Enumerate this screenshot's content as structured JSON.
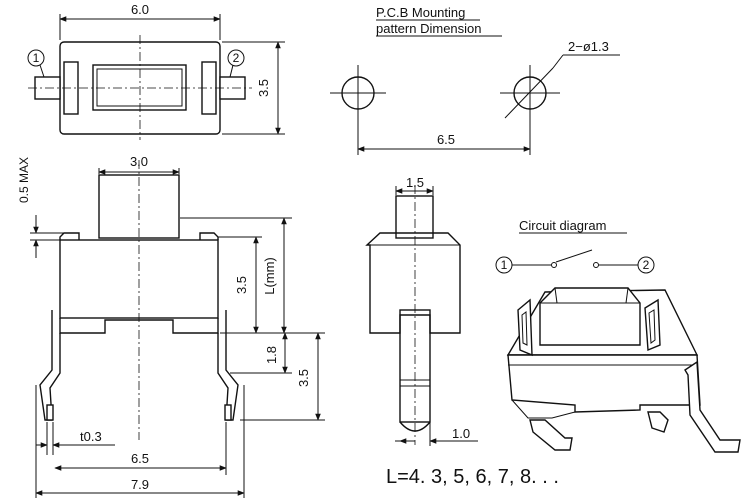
{
  "dims": {
    "top_width": "6.0",
    "top_height": "3.5",
    "pin1_marker": "1",
    "pin2_marker": "2",
    "max_height": "0.5 MAX",
    "actuator_width": "3.0",
    "body_height": "3.5",
    "length": "L(mm)",
    "lead_offset": "1.8",
    "lead_height": "3.5",
    "lead_thickness": "t0.3",
    "lead_spacing": "6.5",
    "overall_width": "7.9",
    "side_actuator_width": "1.5",
    "side_lead_width": "1.0"
  },
  "pcb": {
    "title_line1": "P.C.B Mounting",
    "title_line2": "pattern Dimension",
    "hole_spec": "2−ø1.3",
    "hole_spacing": "6.5"
  },
  "circuit": {
    "title": "Circuit diagram",
    "terminal1": "1",
    "terminal2": "2"
  },
  "length_options": "L=4. 3, 5, 6, 7, 8. . ."
}
